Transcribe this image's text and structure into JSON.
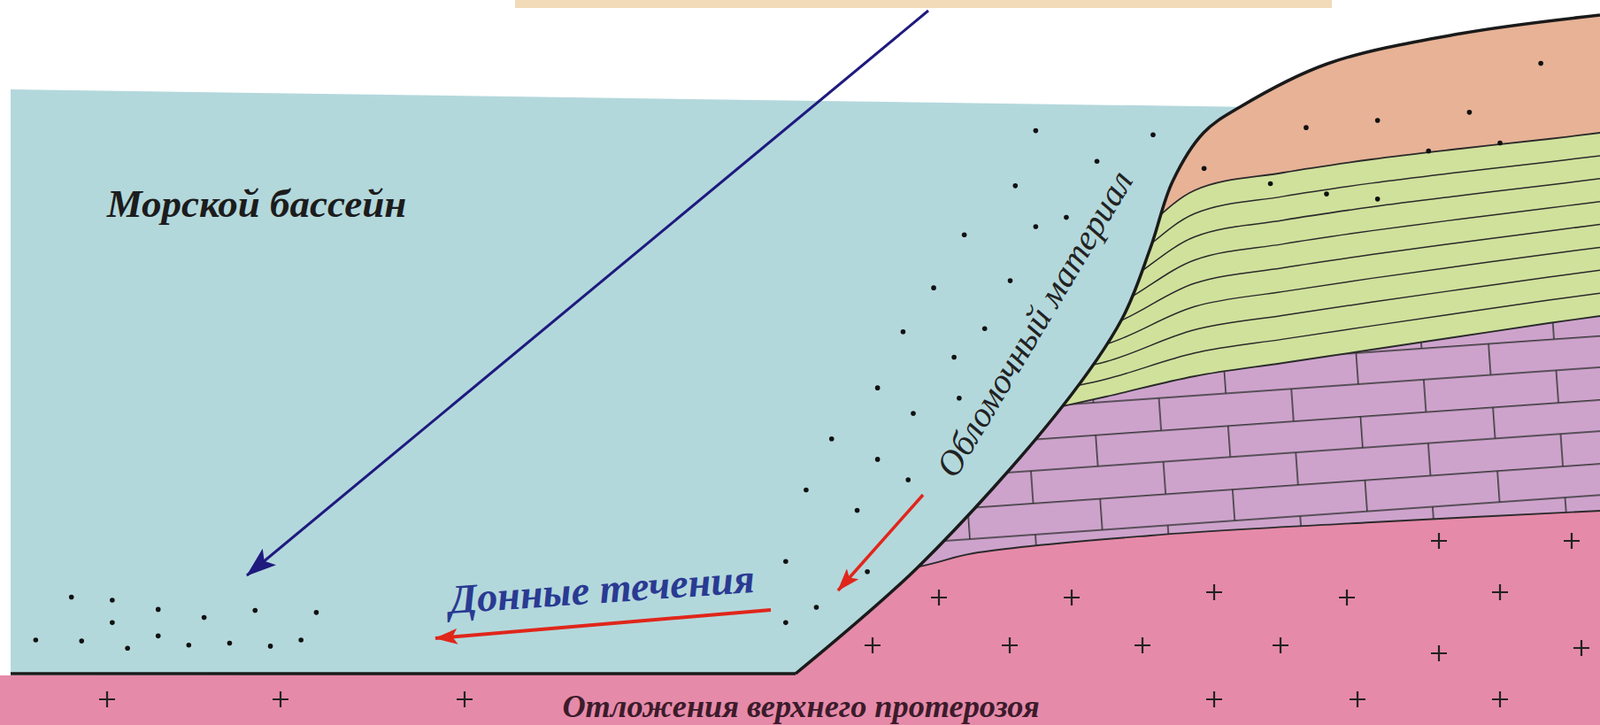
{
  "diagram": {
    "labels": [
      "Морской бассейн",
      "Обломочный материал",
      "Донные течения",
      "Отложения верхнего протерозоя"
    ]
  }
}
